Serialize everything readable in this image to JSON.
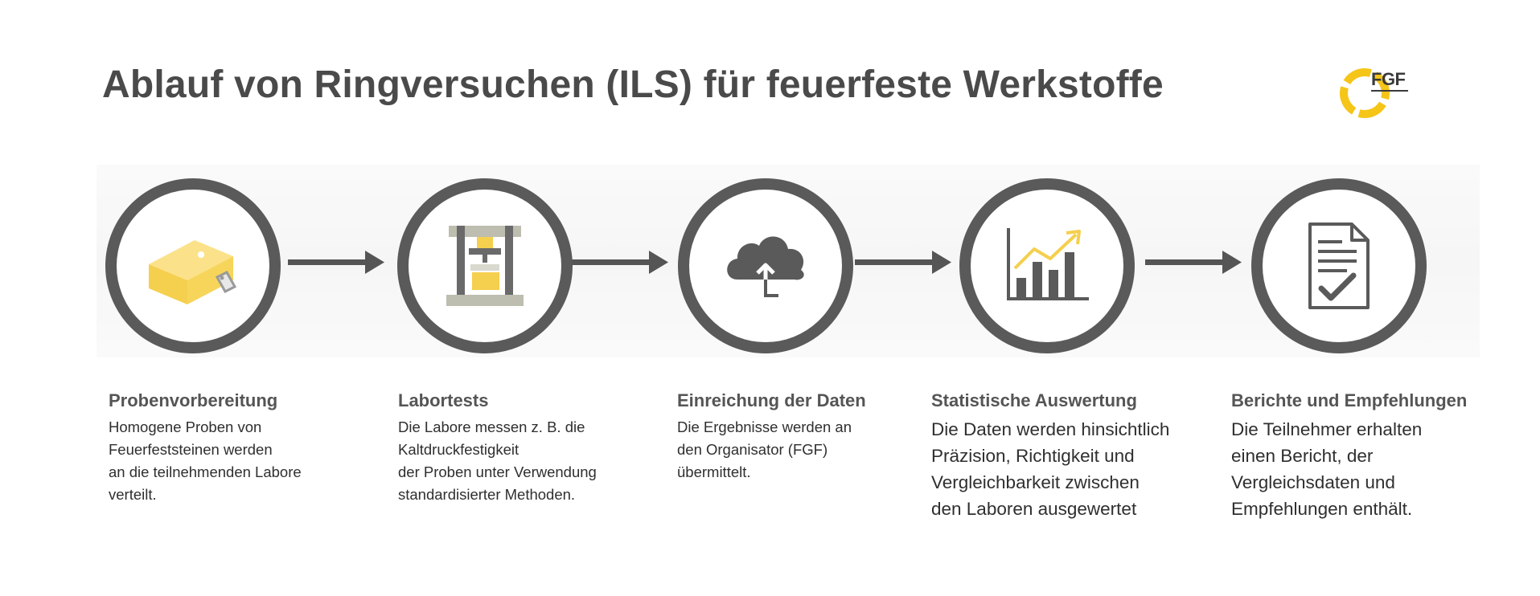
{
  "title": "Ablauf von Ringversuchen (ILS) für feuerfeste Werkstoffe",
  "logo": {
    "text": "FGF",
    "colors": {
      "ring": "#f5c518",
      "text": "#3a3a3a"
    }
  },
  "colors": {
    "circle": "#5a5a5a",
    "arrow": "#555555",
    "accent": "#f7d55a"
  },
  "steps": [
    {
      "icon": "brick-with-tag-icon",
      "title": "Probenvorbereitung",
      "lines": [
        "Homogene Proben von",
        "Feuerfeststeinen werden",
        "an die teilnehmenden Labore",
        "verteilt."
      ]
    },
    {
      "icon": "press-machine-icon",
      "title": "Labortests",
      "lines": [
        "Die Labore messen z. B. die",
        "Kaltdruckfestigkeit",
        "der Proben unter Verwendung",
        "standardisierter Methoden."
      ]
    },
    {
      "icon": "cloud-upload-icon",
      "title": "Einreichung der Daten",
      "lines": [
        "Die Ergebnisse werden an",
        "den Organisator (FGF)",
        "übermittelt."
      ]
    },
    {
      "icon": "bar-chart-trend-icon",
      "title": "Statistische Auswertung",
      "lines": [
        "Die Daten werden hinsichtlich",
        "Präzision, Richtigkeit und",
        "Vergleichbarkeit zwischen",
        "den Laboren ausgewertet"
      ]
    },
    {
      "icon": "report-checkmark-icon",
      "title": "Berichte und Empfehlungen",
      "lines": [
        "Die Teilnehmer erhalten",
        "einen Bericht, der",
        "Vergleichsdaten und",
        "Empfehlungen enthält."
      ]
    }
  ]
}
